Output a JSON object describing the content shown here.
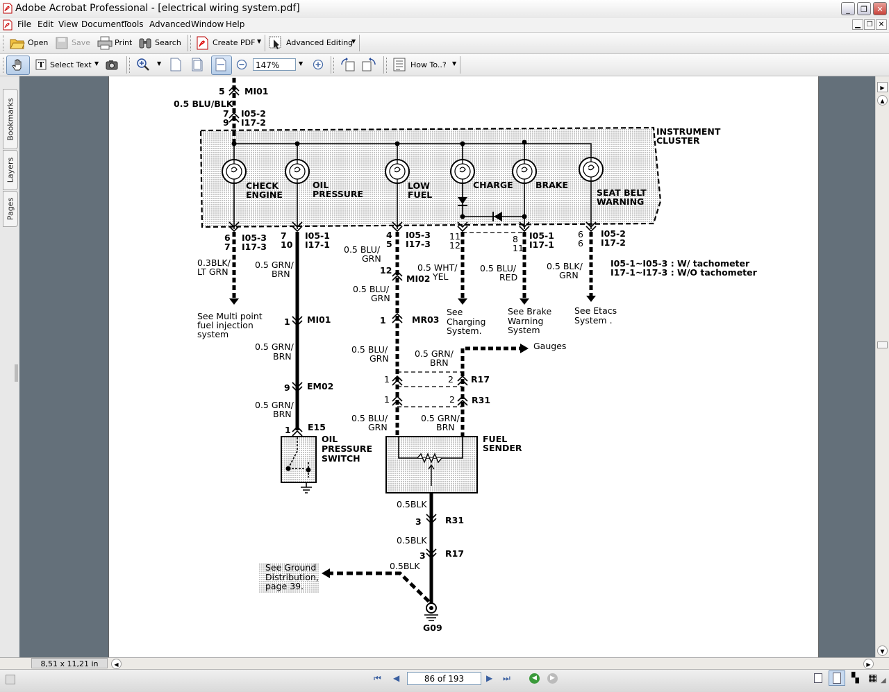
{
  "window": {
    "title": "Adobe Acrobat Professional - [electrical wiring system.pdf]",
    "min_btn": "_",
    "restore_btn": "❐",
    "close_btn": "✕"
  },
  "menu": {
    "items": [
      "File",
      "Edit",
      "View",
      "Document",
      "Tools",
      "Advanced",
      "Window",
      "Help"
    ]
  },
  "toolbar1": {
    "open": "Open",
    "save": "Save",
    "print": "Print",
    "search": "Search",
    "create_pdf": "Create PDF",
    "advanced_editing": "Advanced Editing"
  },
  "toolbar2": {
    "select_text": "Select Text",
    "zoom_value": "147%",
    "how_to": "How To..?"
  },
  "nav_tabs": [
    "Bookmarks",
    "Layers",
    "Pages"
  ],
  "status": {
    "page_size": "8,51 x 11,21 in",
    "page_indicator": "86 of 193"
  },
  "diagram": {
    "top_connector": {
      "pin": "5",
      "name": "MI01",
      "wire": "0.5 BLU/BLK",
      "pins2": [
        "7",
        "9"
      ],
      "names2": [
        "I05-2",
        "I17-2"
      ]
    },
    "cluster_label": [
      "INSTRUMENT",
      "CLUSTER"
    ],
    "lamps": [
      [
        "CHECK",
        "ENGINE"
      ],
      [
        "OIL",
        "PRESSURE"
      ],
      [
        "LOW",
        "FUEL"
      ],
      [
        "CHARGE"
      ],
      [
        "BRAKE"
      ],
      [
        "SEAT BELT",
        "WARNING"
      ]
    ],
    "outputs": [
      {
        "pins": [
          "6",
          "7"
        ],
        "names": [
          "I05-3",
          "I17-3"
        ],
        "wire": [
          "0.3BLK/",
          "LT GRN"
        ],
        "note": [
          "See Multi point",
          "fuel injection",
          "system"
        ]
      },
      {
        "pins": [
          "7",
          "10"
        ],
        "names": [
          "I05-1",
          "I17-1"
        ],
        "wire": [
          "0.5 GRN/",
          "BRN"
        ]
      },
      {
        "pins": [
          "4",
          "5"
        ],
        "names": [
          "I05-3",
          "I17-3"
        ],
        "wire": [
          "0.5 BLU/",
          "GRN"
        ]
      },
      {
        "pins": [
          "11",
          "12"
        ],
        "wire": [
          "0.5  WHT/",
          "YEL"
        ],
        "note": [
          "See",
          "Charging",
          "System."
        ]
      },
      {
        "pins": [
          "8",
          "11"
        ],
        "names": [
          "I05-1",
          "I17-1"
        ],
        "wire": [
          "0.5 BLU/",
          "RED"
        ],
        "note": [
          "See Brake",
          "Warning",
          "System"
        ]
      },
      {
        "pins": [
          "6",
          "6"
        ],
        "names": [
          "I05-2",
          "I17-2"
        ],
        "wire": [
          "0.5 BLK/",
          "GRN"
        ],
        "note": [
          "See Etacs",
          "System ."
        ]
      }
    ],
    "legend": [
      "I05-1~I05-3 : W/ tachometer",
      "I17-1~I17-3 : W/O tachometer"
    ],
    "oil_path": {
      "c1_pin": "1",
      "c1": "MI01",
      "wire1": [
        "0.5 GRN/",
        "BRN"
      ],
      "c2_pin": "9",
      "c2": "EM02",
      "wire2": [
        "0.5 GRN/",
        "BRN"
      ],
      "c3_pin": "1",
      "c3": "E15",
      "switch": [
        "OIL",
        "PRESSURE",
        "SWITCH"
      ]
    },
    "fuel_path": {
      "mi02_pin": "12",
      "mi02": "MI02",
      "wire1": [
        "0.5 BLU/",
        "GRN"
      ],
      "mr03_pin": "1",
      "mr03": "MR03",
      "wire2": [
        "0.5 BLU/",
        "GRN"
      ],
      "gauge_wire": [
        "0.5 GRN/",
        "BRN"
      ],
      "gauges": "Gauges",
      "r17_pins": [
        "1",
        "2"
      ],
      "r17": "R17",
      "r31_pins": [
        "1",
        "2"
      ],
      "r31": "R31",
      "wire3": [
        "0.5 BLU/",
        "GRN"
      ],
      "wire4": [
        "0.5 GRN/",
        "BRN"
      ],
      "sender": [
        "FUEL",
        "SENDER"
      ]
    },
    "ground_path": {
      "wire1": "0.5BLK",
      "pin1": "3",
      "c1": "R31",
      "wire2": "0.5BLK",
      "pin2": "3",
      "c2": "R17",
      "wire3": "0.5BLK",
      "note": [
        "See Ground",
        "Distribution,",
        "page 39."
      ],
      "ground": "G09"
    }
  }
}
